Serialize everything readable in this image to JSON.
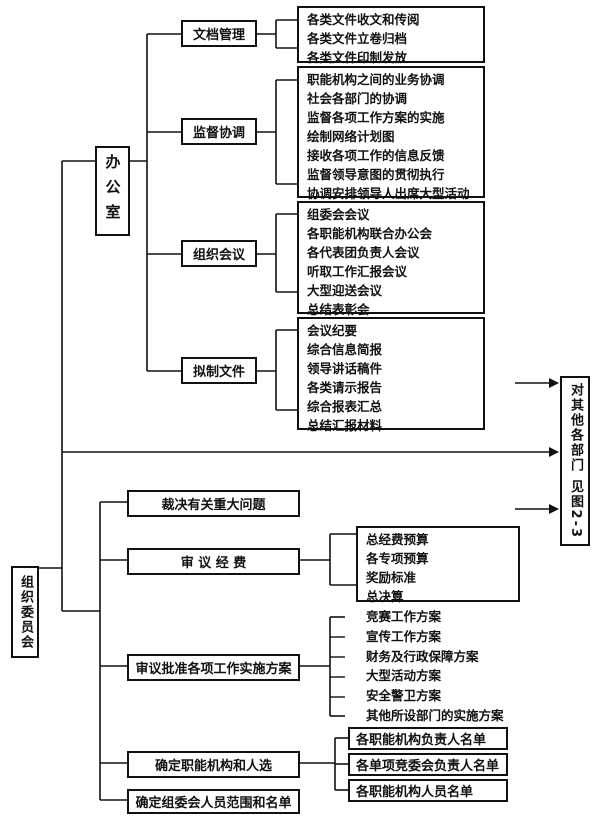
{
  "root": "组织委员会",
  "office": {
    "label": "办公室",
    "groups": [
      {
        "label": "文档管理",
        "items": [
          "各类文件收文和传阅",
          "各类文件立卷归档",
          "各类文件印制发放"
        ]
      },
      {
        "label": "监督协调",
        "items": [
          "职能机构之间的业务协调",
          "社会各部门的协调",
          "监督各项工作方案的实施",
          "绘制网络计划图",
          "接收各项工作的信息反馈",
          "监督领导意图的贯彻执行",
          "协调安排领导人出席大型活动"
        ]
      },
      {
        "label": "组织会议",
        "items": [
          "组委会会议",
          "各职能机构联合办公会",
          "各代表团负责人会议",
          "听取工作汇报会议",
          "大型迎送会议",
          "总结表彰会"
        ]
      },
      {
        "label": "拟制文件",
        "items": [
          "会议纪要",
          "综合信息简报",
          "领导讲话稿件",
          "各类请示报告",
          "综合报表汇总",
          "总结汇报材料"
        ]
      }
    ]
  },
  "other_depts": "对其他各部门 见图2-3",
  "decisions": [
    {
      "label": "裁决有关重大问题"
    },
    {
      "label": "审 议 经 费",
      "items": [
        "总经费预算",
        "各专项预算",
        "奖励标准",
        "总决算"
      ]
    },
    {
      "label": "审议批准各项工作实施方案",
      "items": [
        "竞赛工作方案",
        "宣传工作方案",
        "财务及行政保障方案",
        "大型活动方案",
        "安全警卫方案",
        "其他所设部门的实施方案"
      ]
    },
    {
      "label": "确定职能机构和人选",
      "items": [
        "各职能机构负责人名单",
        "各单项竞委会负责人名单",
        "各职能机构人员名单"
      ]
    },
    {
      "label": "确定组委会人员范围和名单"
    }
  ]
}
